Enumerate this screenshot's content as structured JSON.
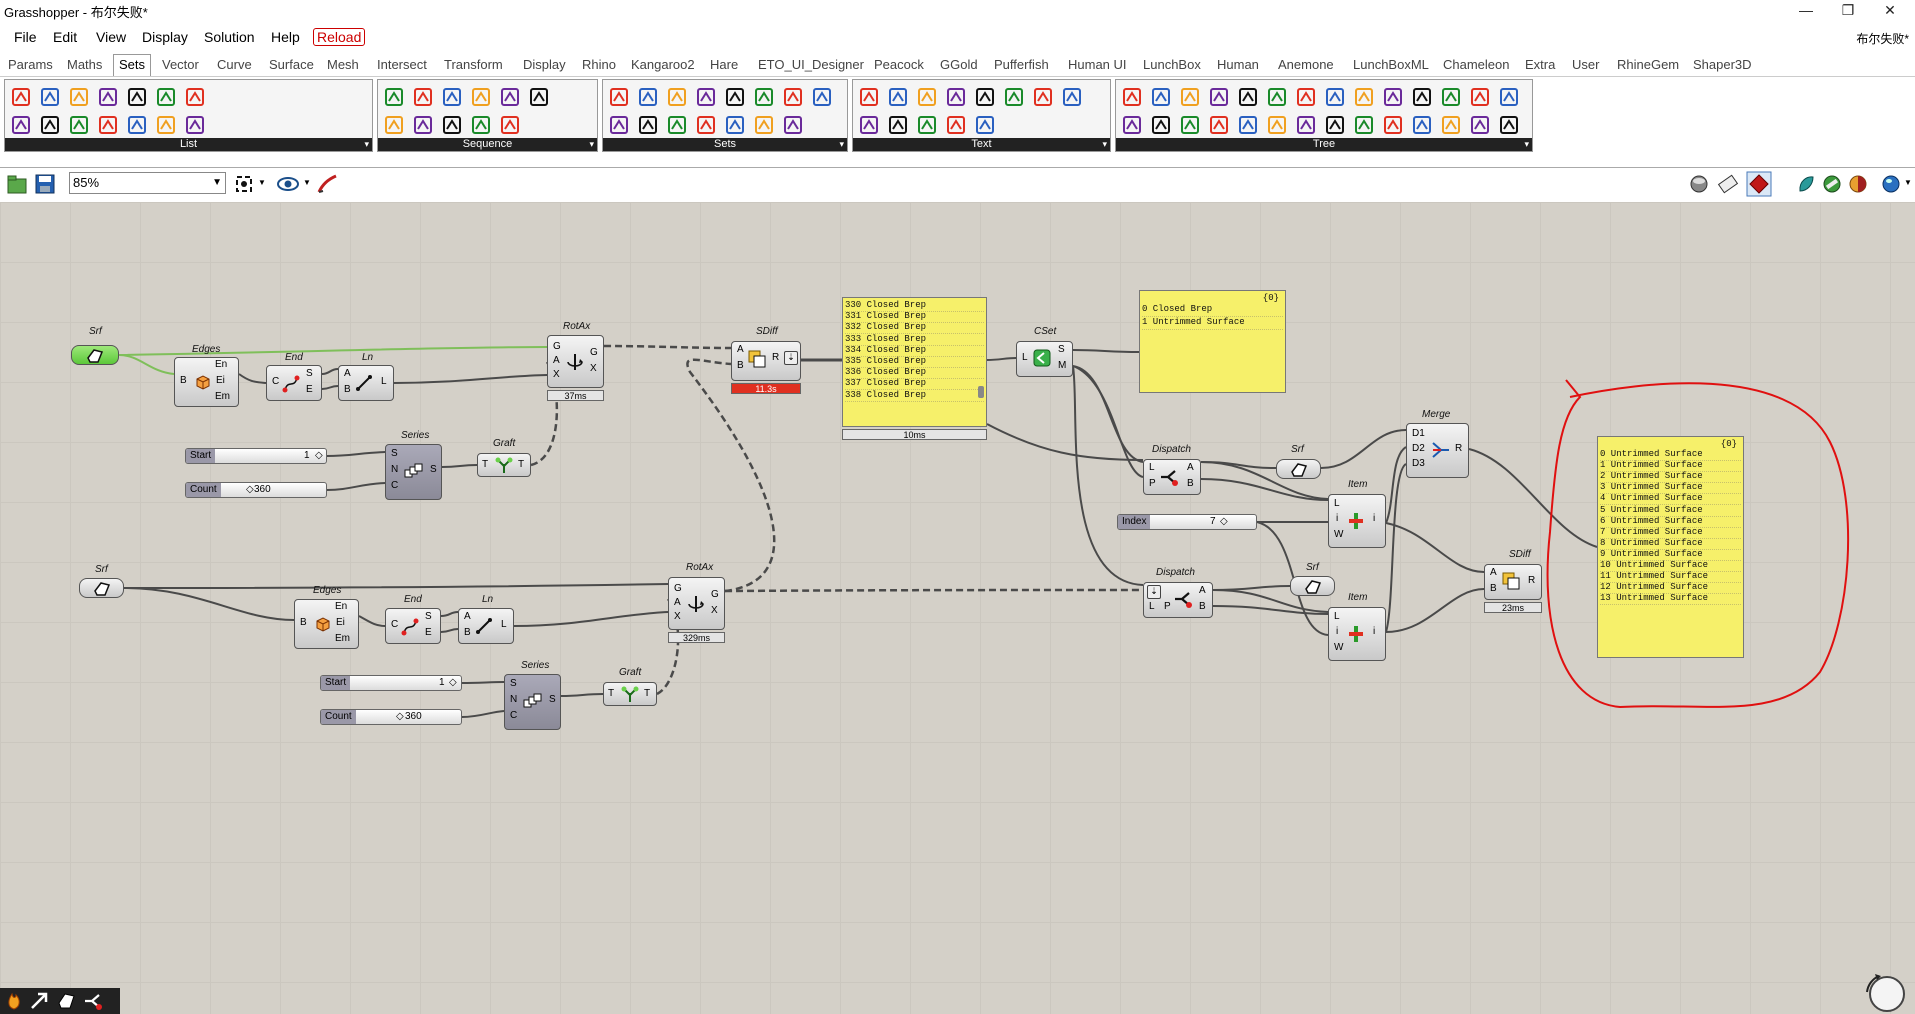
{
  "window": {
    "title": "Grasshopper - 布尔失败*",
    "right_title": "布尔失败*",
    "min": "—",
    "max": "❐",
    "close": "✕"
  },
  "menu": [
    "File",
    "Edit",
    "View",
    "Display",
    "Solution",
    "Help",
    "Reload"
  ],
  "tabs": [
    "Params",
    "Maths",
    "Sets",
    "Vector",
    "Curve",
    "Surface",
    "Mesh",
    "Intersect",
    "Transform",
    "Display",
    "Rhino",
    "Kangaroo2",
    "Hare",
    "ETO_UI_Designer",
    "Peacock",
    "GGold",
    "Pufferfish",
    "Human UI",
    "LunchBox",
    "Human",
    "Anemone",
    "LunchBoxML",
    "Chameleon",
    "Extra",
    "User",
    "RhineGem",
    "Shaper3D"
  ],
  "active_tab": "Sets",
  "ribbon_panels": [
    "List",
    "Sequence",
    "Sets",
    "Text",
    "Tree"
  ],
  "canvas_toolbar": {
    "zoom": "85%"
  },
  "components": {
    "srf1": "Srf",
    "edges1": "Edges",
    "end1": "End",
    "ln1": "Ln",
    "rotax1": "RotAx",
    "series1": "Series",
    "graft1": "Graft",
    "sdiff1": "SDiff",
    "cset": "CSet",
    "dispatch1": "Dispatch",
    "srf3": "Srf",
    "merge": "Merge",
    "item1": "Item",
    "srf2": "Srf",
    "edges2": "Edges",
    "end2": "End",
    "ln2": "Ln",
    "rotax2": "RotAx",
    "series2": "Series",
    "graft2": "Graft",
    "dispatch2": "Dispatch",
    "srf4": "Srf",
    "item2": "Item",
    "sdiff2": "SDiff"
  },
  "pins": {
    "edges_in": "B",
    "edges_out": [
      "En",
      "Ei",
      "Em"
    ],
    "end_in": "C",
    "end_out": [
      "S",
      "E"
    ],
    "ln_in": [
      "A",
      "B"
    ],
    "ln_out": "L",
    "rotax_in": [
      "G",
      "A",
      "X"
    ],
    "rotax_out": [
      "G",
      "X"
    ],
    "series_in": [
      "S",
      "N",
      "C"
    ],
    "series_out": "S",
    "graft_in": "T",
    "graft_out": "T",
    "sdiff_in": [
      "A",
      "B"
    ],
    "sdiff_out": "R",
    "cset_in": "L",
    "cset_out": [
      "S",
      "M"
    ],
    "dispatch_in": [
      "L",
      "P"
    ],
    "dispatch_out": [
      "A",
      "B"
    ],
    "merge_in": [
      "D1",
      "D2",
      "D3"
    ],
    "merge_out": "R",
    "item_in": [
      "L",
      "i",
      "W"
    ],
    "item_out": "i"
  },
  "timers": {
    "rotax1": "37ms",
    "sdiff1": "11.3s",
    "panel1": "10ms",
    "rotax2": "329ms",
    "sdiff2": "23ms"
  },
  "sliders": {
    "start1": {
      "label": "Start",
      "value": "1"
    },
    "count1": {
      "label": "Count",
      "value": "360"
    },
    "start2": {
      "label": "Start",
      "value": "1"
    },
    "count2": {
      "label": "Count",
      "value": "360"
    },
    "index": {
      "label": "Index",
      "value": "7"
    }
  },
  "panel_breps": [
    "330 Closed Brep",
    "331 Closed Brep",
    "332 Closed Brep",
    "333 Closed Brep",
    "334 Closed Brep",
    "335 Closed Brep",
    "336 Closed Brep",
    "337 Closed Brep",
    "338 Closed Brep"
  ],
  "panel_cset": {
    "header": "{0}",
    "rows": [
      "0 Closed Brep",
      "1 Untrimmed Surface"
    ]
  },
  "panel_result": {
    "header": "{0}",
    "rows": [
      "0 Untrimmed Surface",
      "1 Untrimmed Surface",
      "2 Untrimmed Surface",
      "3 Untrimmed Surface",
      "4 Untrimmed Surface",
      "5 Untrimmed Surface",
      "6 Untrimmed Surface",
      "7 Untrimmed Surface",
      "8 Untrimmed Surface",
      "9 Untrimmed Surface",
      "10 Untrimmed Surface",
      "11 Untrimmed Surface",
      "12 Untrimmed Surface",
      "13 Untrimmed Surface"
    ]
  },
  "colors": {
    "canvas": "#d4d0c8",
    "panel": "#f6f06a",
    "annotation": "#e01010",
    "selected_green": "#6fd04a",
    "timer_red": "#e03020"
  }
}
